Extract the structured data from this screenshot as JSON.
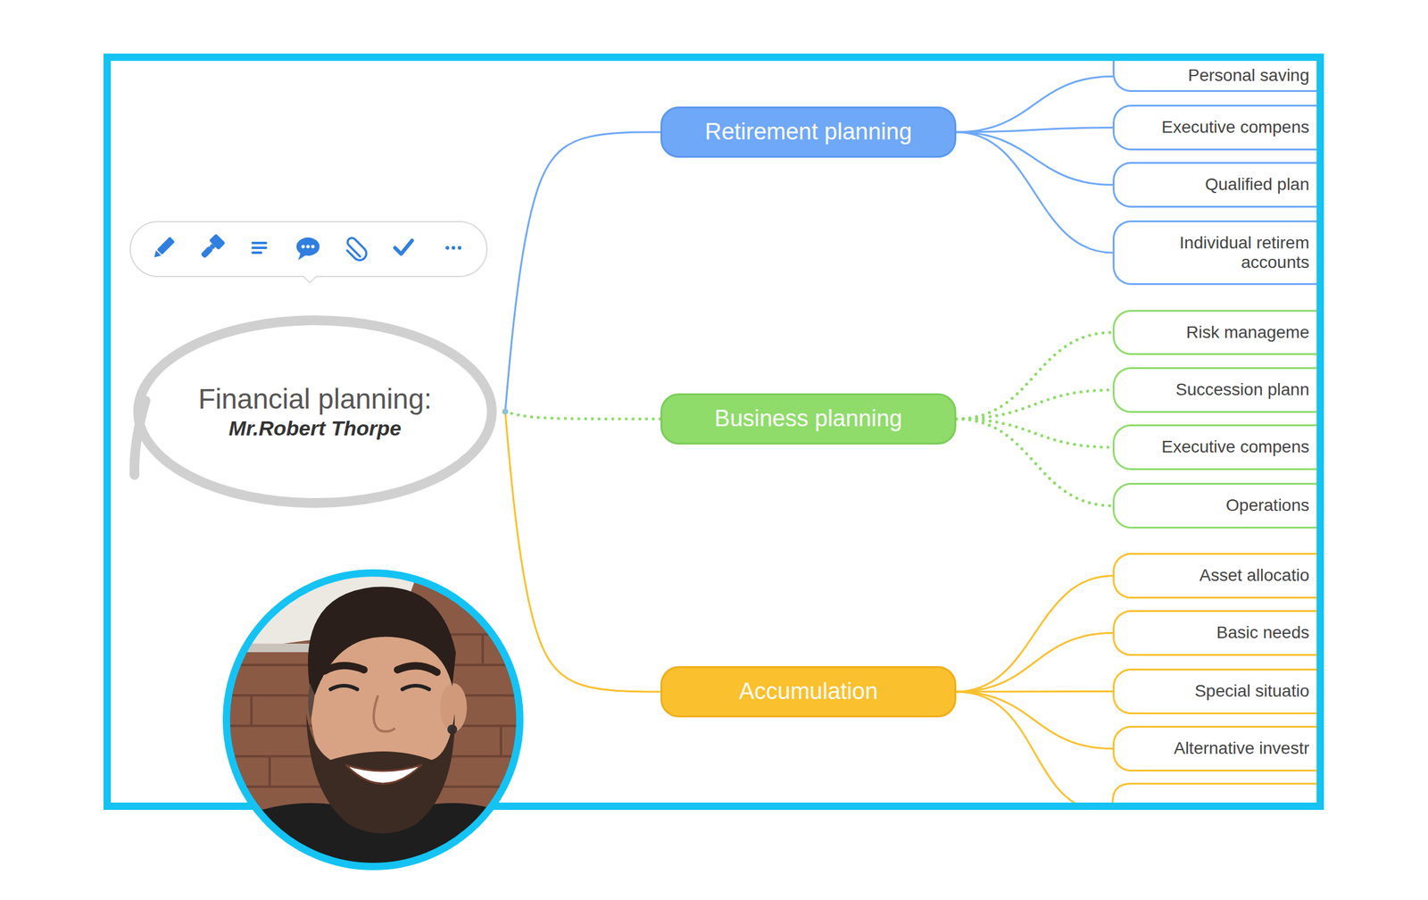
{
  "diagram": {
    "nodes": [
      {
        "text": [
          "Financial planning:",
          "Mr.Robert Thorpe"
        ]
      },
      {
        "text": [
          "Retirement planning"
        ]
      },
      {
        "text": [
          "Personal saving"
        ]
      },
      {
        "text": [
          "Executive compens"
        ]
      },
      {
        "text": [
          "Qualified plan"
        ]
      },
      {
        "text": [
          "Individual retirem accounts"
        ]
      },
      {
        "text": [
          "Business planning"
        ]
      },
      {
        "text": [
          "Risk manageme"
        ]
      },
      {
        "text": [
          "Succession plann"
        ]
      },
      {
        "text": [
          "Executive compens"
        ]
      },
      {
        "text": [
          "Operations"
        ]
      },
      {
        "text": [
          "Accumulation"
        ]
      },
      {
        "text": [
          "Asset allocatio"
        ]
      },
      {
        "text": [
          "Basic needs"
        ]
      },
      {
        "text": [
          "Special situatio"
        ]
      },
      {
        "text": [
          "Alternative investr"
        ]
      }
    ],
    "edges": [
      {
        "from": 0,
        "to": 1,
        "arrow": "none"
      },
      {
        "from": 0,
        "to": 6,
        "arrow": "none"
      },
      {
        "from": 0,
        "to": 11,
        "arrow": "none"
      },
      {
        "from": 1,
        "to": 2,
        "arrow": "none"
      },
      {
        "from": 1,
        "to": 3,
        "arrow": "none"
      },
      {
        "from": 1,
        "to": 4,
        "arrow": "none"
      },
      {
        "from": 1,
        "to": 5,
        "arrow": "none"
      },
      {
        "from": 6,
        "to": 7,
        "arrow": "none"
      },
      {
        "from": 6,
        "to": 8,
        "arrow": "none"
      },
      {
        "from": 6,
        "to": 9,
        "arrow": "none"
      },
      {
        "from": 6,
        "to": 10,
        "arrow": "none"
      },
      {
        "from": 11,
        "to": 12,
        "arrow": "none"
      },
      {
        "from": 11,
        "to": 13,
        "arrow": "none"
      },
      {
        "from": 11,
        "to": 14,
        "arrow": "none"
      },
      {
        "from": 11,
        "to": 15,
        "arrow": "none"
      }
    ]
  }
}
